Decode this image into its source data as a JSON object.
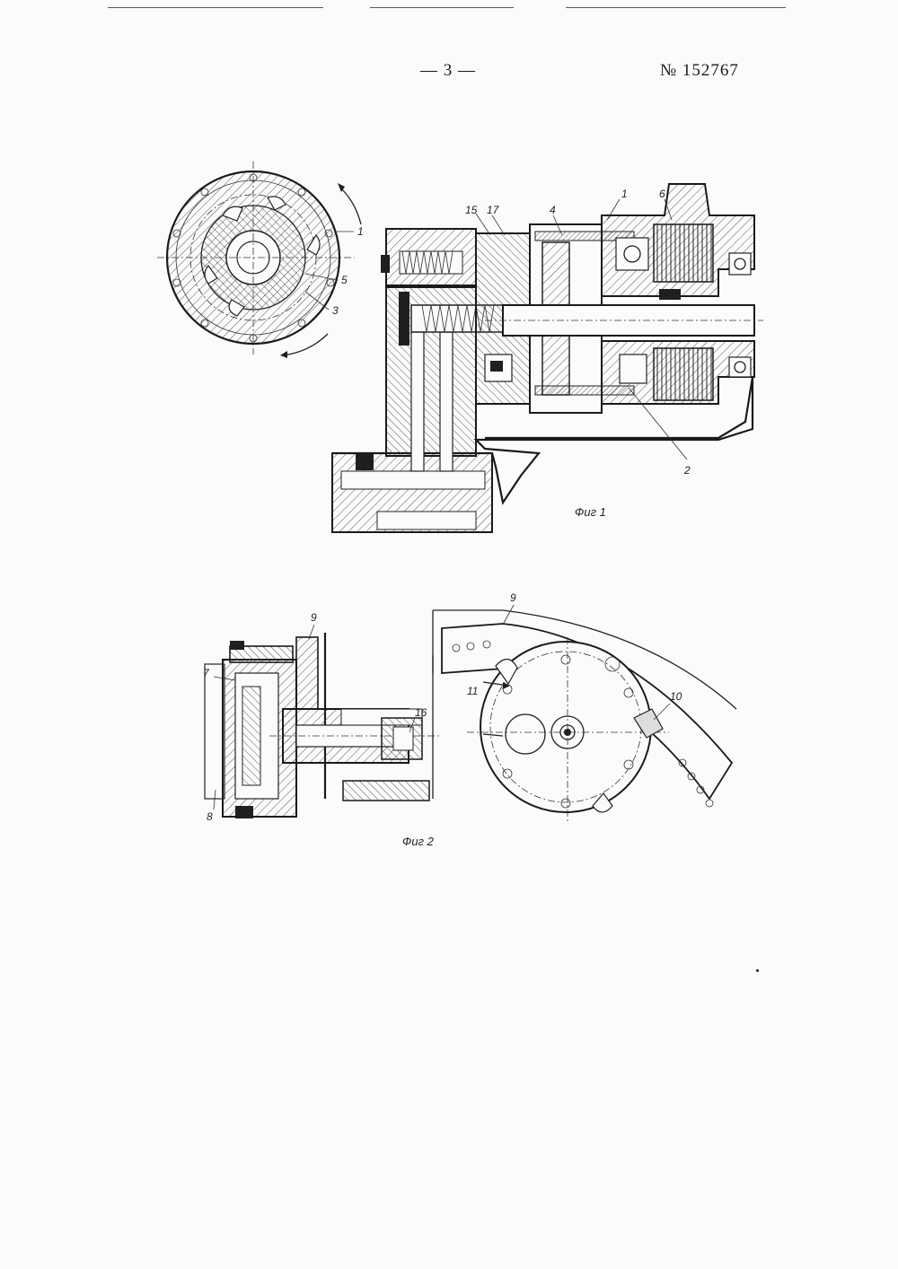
{
  "header": {
    "page_number": "— 3 —",
    "patent_number": "№ 152767"
  },
  "figure1": {
    "caption": "Фиг 1",
    "labels": [
      "1",
      "5",
      "3",
      "15",
      "17",
      "4",
      "1",
      "6",
      "2"
    ]
  },
  "figure2": {
    "caption": "Фиг 2",
    "labels": [
      "9",
      "7",
      "8",
      "16",
      "9",
      "11",
      "10"
    ]
  }
}
